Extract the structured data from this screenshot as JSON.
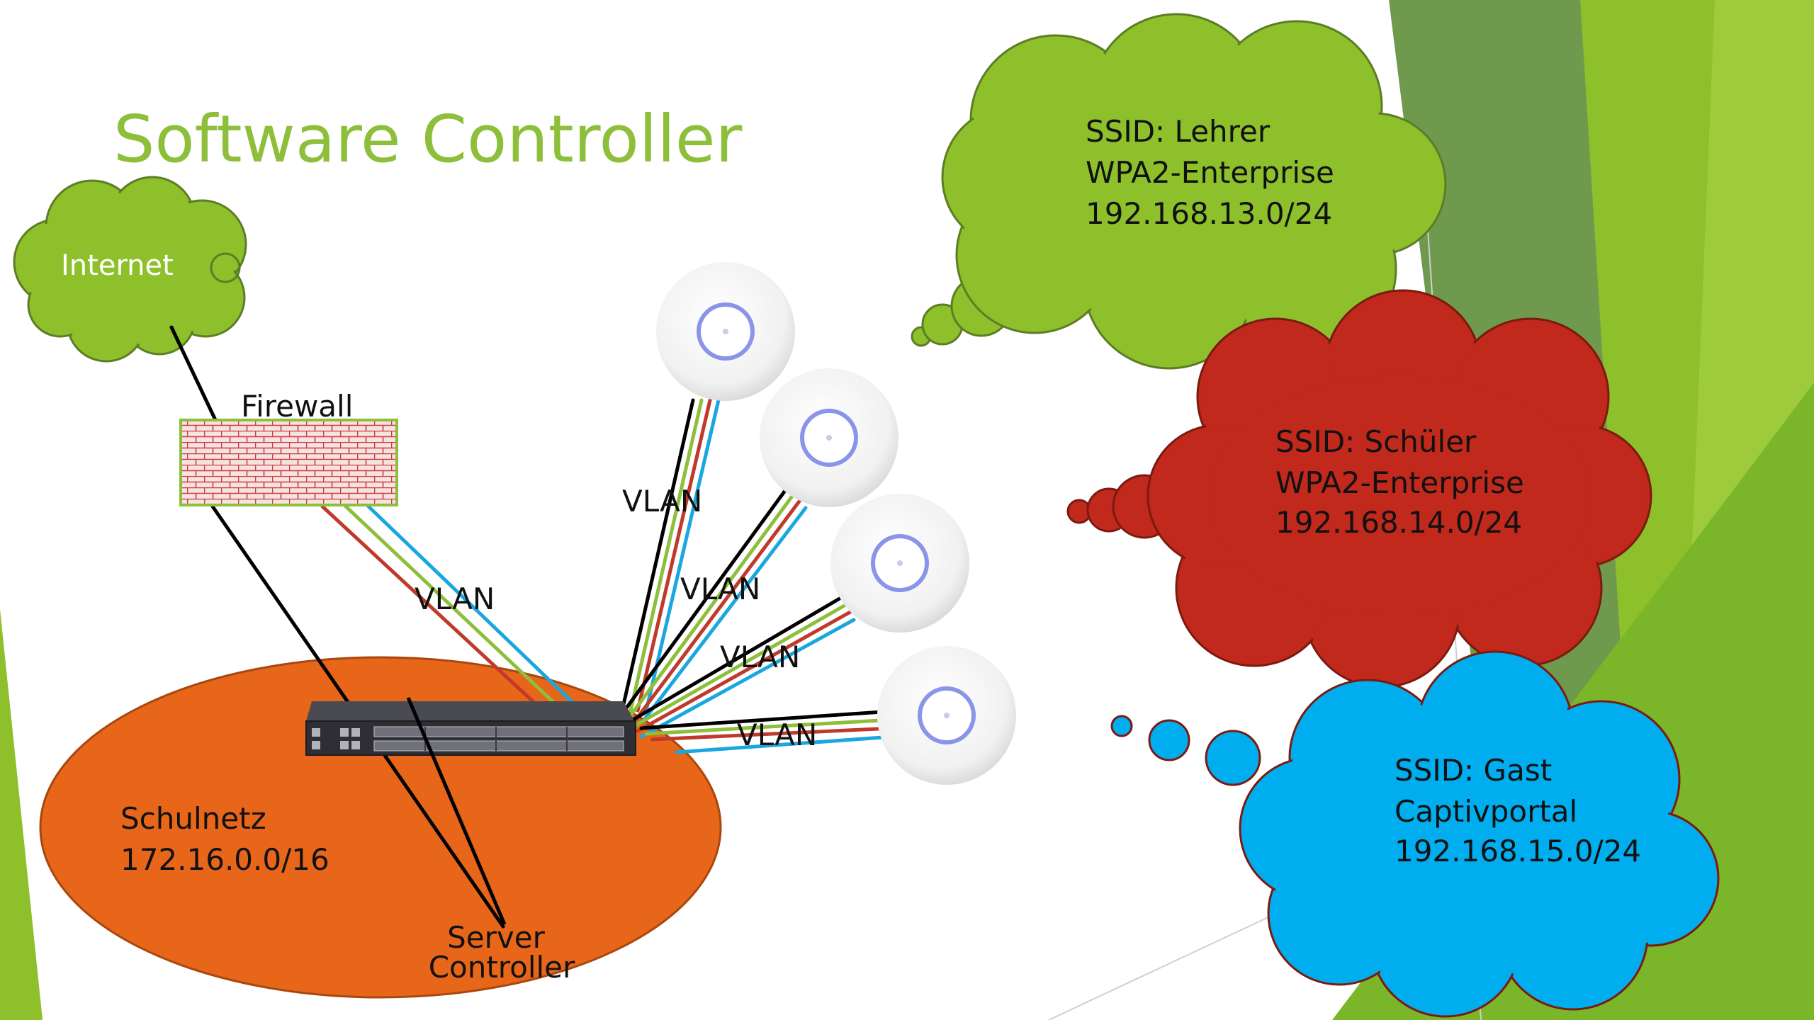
{
  "title": "Software Controller",
  "internet": {
    "label": "Internet"
  },
  "firewall": {
    "label": "Firewall"
  },
  "schulnetz": {
    "name": "Schulnetz",
    "subnet": "172.16.0.0/16"
  },
  "server": {
    "line1": "Server",
    "line2": "Controller"
  },
  "vlan_label": "VLAN",
  "ssid_clouds": [
    {
      "ssid": "SSID: Lehrer",
      "auth": "WPA2-Enterprise",
      "subnet": "192.168.13.0/24",
      "color": "#8dc02a"
    },
    {
      "ssid": "SSID: Schüler",
      "auth": "WPA2-Enterprise",
      "subnet": "192.168.14.0/24",
      "color": "#c0291b"
    },
    {
      "ssid": "SSID: Gast",
      "auth": "Captivportal",
      "subnet": "192.168.15.0/24",
      "color": "#00aeef"
    }
  ],
  "colors": {
    "lehrer_vlan": "#8dbf3a",
    "schueler_vlan": "#c0392b",
    "gast_vlan": "#1aa7e0",
    "schulnetz": "#e8661a",
    "firewall_brick": "#d43a3a"
  }
}
